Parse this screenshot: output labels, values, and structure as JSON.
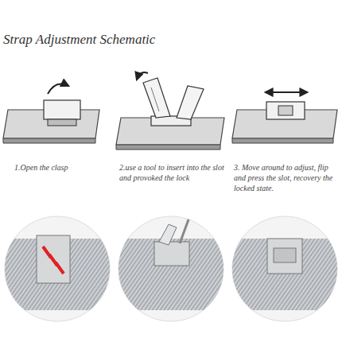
{
  "diagram": {
    "title": "Strap Adjustment Schematic",
    "labels": [
      "1.Open the clasp",
      "2.use a tool to insert into the slot and provoked the lock",
      "3. Move around to adjust, flip and press the slot, recovery the locked state."
    ]
  }
}
